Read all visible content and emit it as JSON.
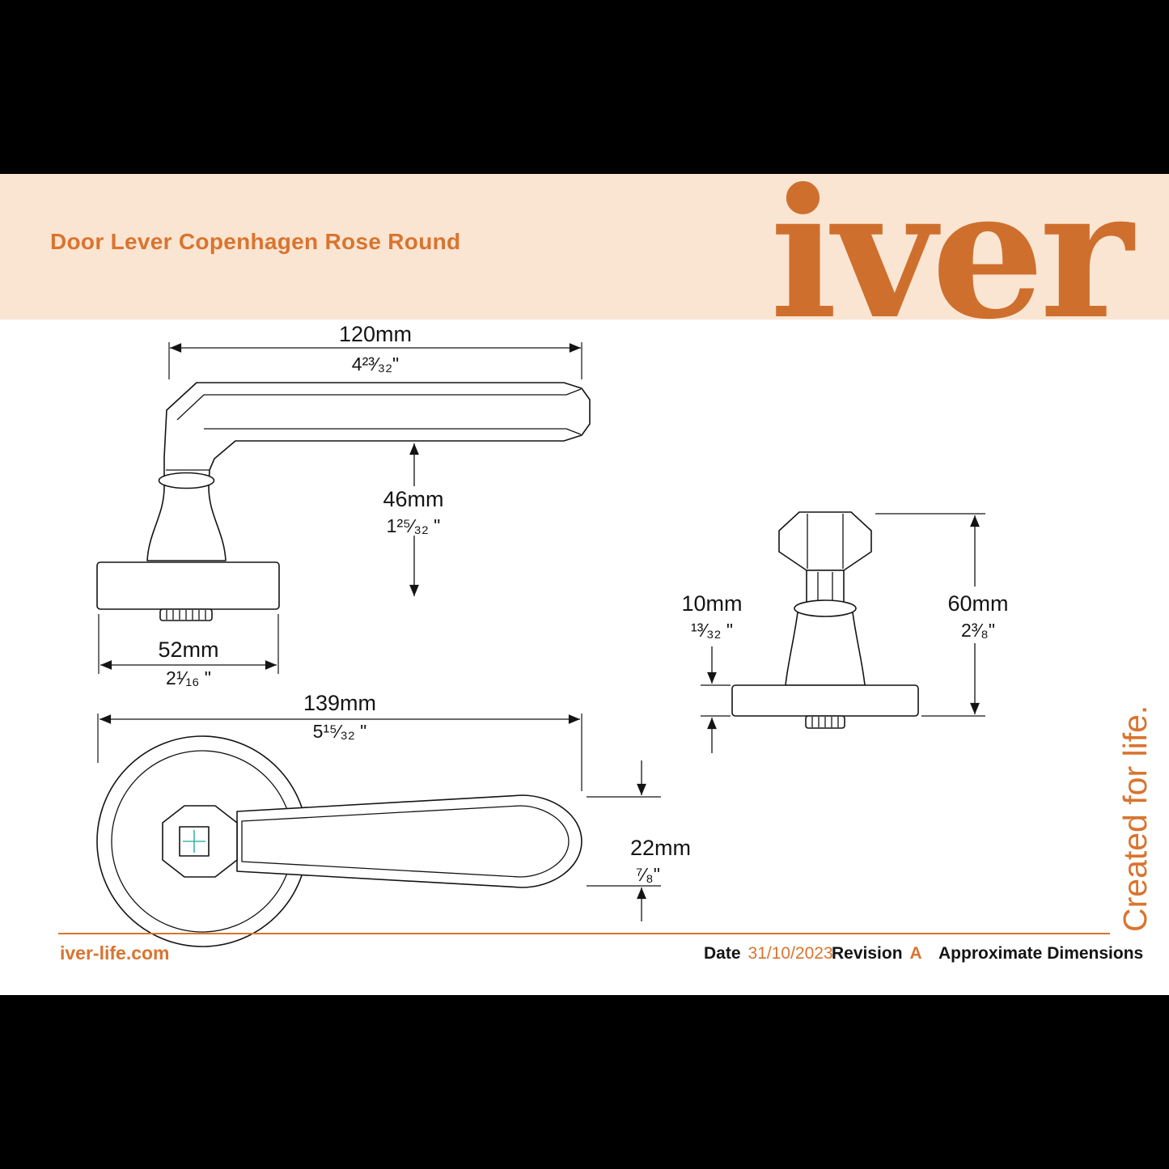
{
  "page": {
    "title": "Door Lever Copenhagen Rose Round",
    "logo": "iver",
    "tagline": "Created for life."
  },
  "dims": {
    "length": {
      "mm": "120mm",
      "in": "4²³⁄₃₂\""
    },
    "height": {
      "mm": "46mm",
      "in": "1²⁵⁄₃₂ \""
    },
    "rose": {
      "mm": "52mm",
      "in": "2¹⁄₁₆ \""
    },
    "overall": {
      "mm": "139mm",
      "in": "5¹⁵⁄₃₂ \""
    },
    "lever": {
      "mm": "22mm",
      "in": "⁷⁄₈\""
    },
    "depth": {
      "mm": "10mm",
      "in": "¹³⁄₃₂ \""
    },
    "proj": {
      "mm": "60mm",
      "in": "2³⁄₈\""
    }
  },
  "footer": {
    "website": "iver-life.com",
    "date_label": "Date",
    "date_value": "31/10/2023",
    "revision_label": "Revision",
    "revision_value": "A",
    "note": "Approximate Dimensions"
  },
  "colors": {
    "accent": "#D9742F",
    "logo": "#CF6F2E",
    "band": "#FAE5D2",
    "line": "#141414",
    "spindle_cross": "#3FB5AC"
  }
}
